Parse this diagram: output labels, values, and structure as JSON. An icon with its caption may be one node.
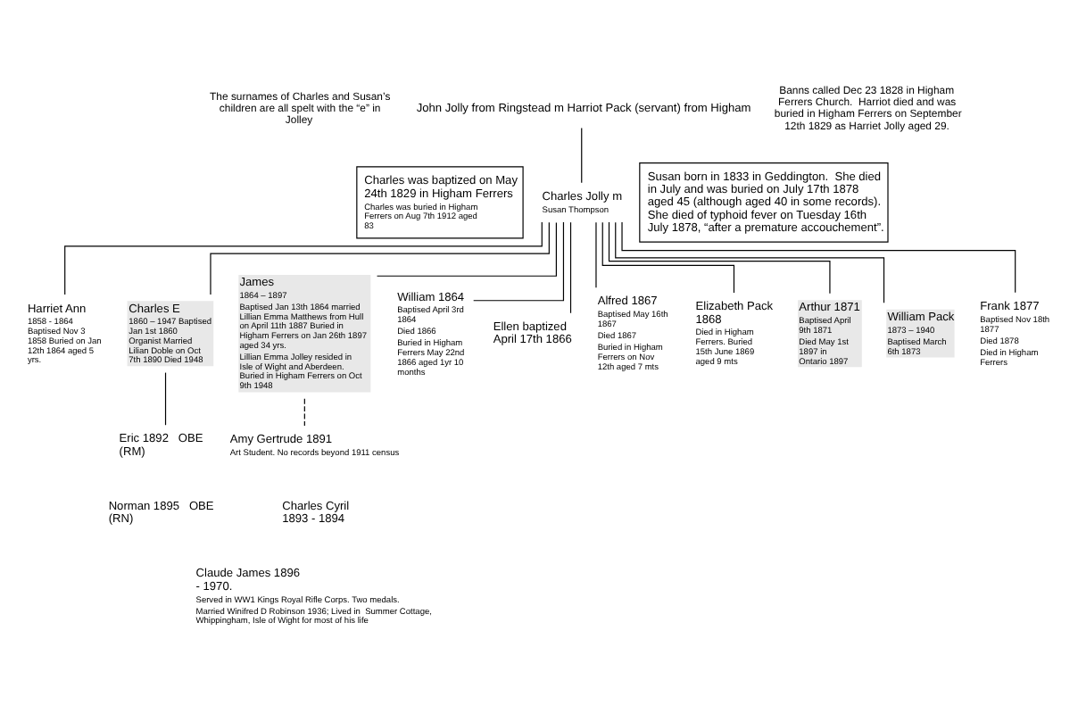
{
  "diagram": {
    "nodes": [
      {
        "text": [
          "John Jolly from Ringstead m Harriot Pack (servant) from Higham"
        ]
      },
      {
        "text": [
          "Charles was baptized on May 24th 1829 in Higham Ferrers",
          "Charles was buried in Higham Ferrers on Aug 7th 1912 aged 83"
        ]
      },
      {
        "text": [
          "Charles Jolly m",
          "Susan Thompson"
        ]
      },
      {
        "text": [
          "Susan born in 1833 in Geddington.  She died in July and was buried on July 17th 1878 aged 45 (although aged 40 in some records). She died of typhoid fever on Tuesday 16th July 1878, “after a premature accouchement”."
        ]
      },
      {
        "text": [
          "Harriet Ann",
          "1858 - 1864 Baptised Nov 3 1858 Buried on Jan 12th 1864 aged 5 yrs."
        ]
      },
      {
        "text": [
          "Charles E",
          "1860 – 1947 Baptised Jan 1st 1860 Organist Married Lilian Doble on Oct 7th 1890 Died 1948"
        ]
      },
      {
        "text": [
          "James",
          "1864 – 1897",
          "Baptised Jan 13th 1864 married Lillian Emma Matthews from Hull on April 11th 1887 Buried in Higham Ferrers on Jan 26th 1897 aged 34 yrs.",
          "Lillian Emma Jolley resided in Isle of Wight and Aberdeen. Buried in Higham Ferrers on Oct 9th 1948"
        ]
      },
      {
        "text": [
          "William 1864",
          "Baptised April 3rd 1864",
          "Died 1866",
          "Buried in Higham Ferrers May 22nd 1866 aged 1yr 10 months"
        ]
      },
      {
        "text": [
          "Ellen baptized April 17th 1866"
        ]
      },
      {
        "text": [
          "Alfred 1867",
          "Baptised May 16th 1867",
          "Died 1867",
          "Buried in Higham Ferrers on Nov 12th aged 7 mts"
        ]
      },
      {
        "text": [
          "Elizabeth Pack 1868",
          "Died in Higham Ferrers. Buried 15th June 1869 aged 9 mts"
        ]
      },
      {
        "text": [
          "Arthur 1871",
          "Baptised April 9th 1871",
          "Died May 1st 1897 in Ontario 1897"
        ]
      },
      {
        "text": [
          "William Pack",
          "1873 – 1940",
          "Baptised March 6th 1873"
        ]
      },
      {
        "text": [
          "Frank 1877",
          "Baptised Nov 18th 1877",
          "Died 1878",
          "Died in Higham Ferrers"
        ]
      },
      {
        "text": [
          "Eric 1892   OBE (RM)"
        ]
      },
      {
        "text": [
          "Norman 1895   OBE (RN)"
        ]
      },
      {
        "text": [
          "Amy Gertrude 1891"
        ],
        "beside": [
          "Art Student. No records beyond 1911 census"
        ]
      },
      {
        "text": [
          "Charles Cyril   1893 - 1894"
        ]
      },
      {
        "text": [
          "Claude James 1896 - 1970."
        ],
        "beside": [
          "Served in WW1 Kings Royal Rifle Corps. Two medals.",
          "Married Winifred D Robinson 1936; Lived in  Summer Cottage, Whippingham, Isle of Wight for most of his life"
        ]
      }
    ],
    "edges": [
      {
        "from": 0,
        "to": 2,
        "arrow": "none"
      },
      {
        "from": 2,
        "to": 4,
        "arrow": "none"
      },
      {
        "from": 2,
        "to": 5,
        "arrow": "none"
      },
      {
        "from": 2,
        "to": 6,
        "arrow": "none"
      },
      {
        "from": 2,
        "to": 7,
        "arrow": "none"
      },
      {
        "from": 2,
        "to": 8,
        "arrow": "none"
      },
      {
        "from": 2,
        "to": 9,
        "arrow": "none"
      },
      {
        "from": 2,
        "to": 10,
        "arrow": "none"
      },
      {
        "from": 2,
        "to": 11,
        "arrow": "none"
      },
      {
        "from": 2,
        "to": 12,
        "arrow": "none"
      },
      {
        "from": 2,
        "to": 13,
        "arrow": "none"
      },
      {
        "from": 5,
        "to": 14,
        "arrow": "none"
      },
      {
        "from": 6,
        "to": 16,
        "arrow": "none",
        "style": "dashed"
      }
    ],
    "labels": [
      "The surnames of Charles and Susan’s children are all spelt with the “e” in Jolley",
      "Banns called Dec 23 1828 in Higham Ferrers Church.  Harriot died and was buried in Higham Ferrers on September 12th 1829 as Harriet Jolly aged 29."
    ]
  }
}
